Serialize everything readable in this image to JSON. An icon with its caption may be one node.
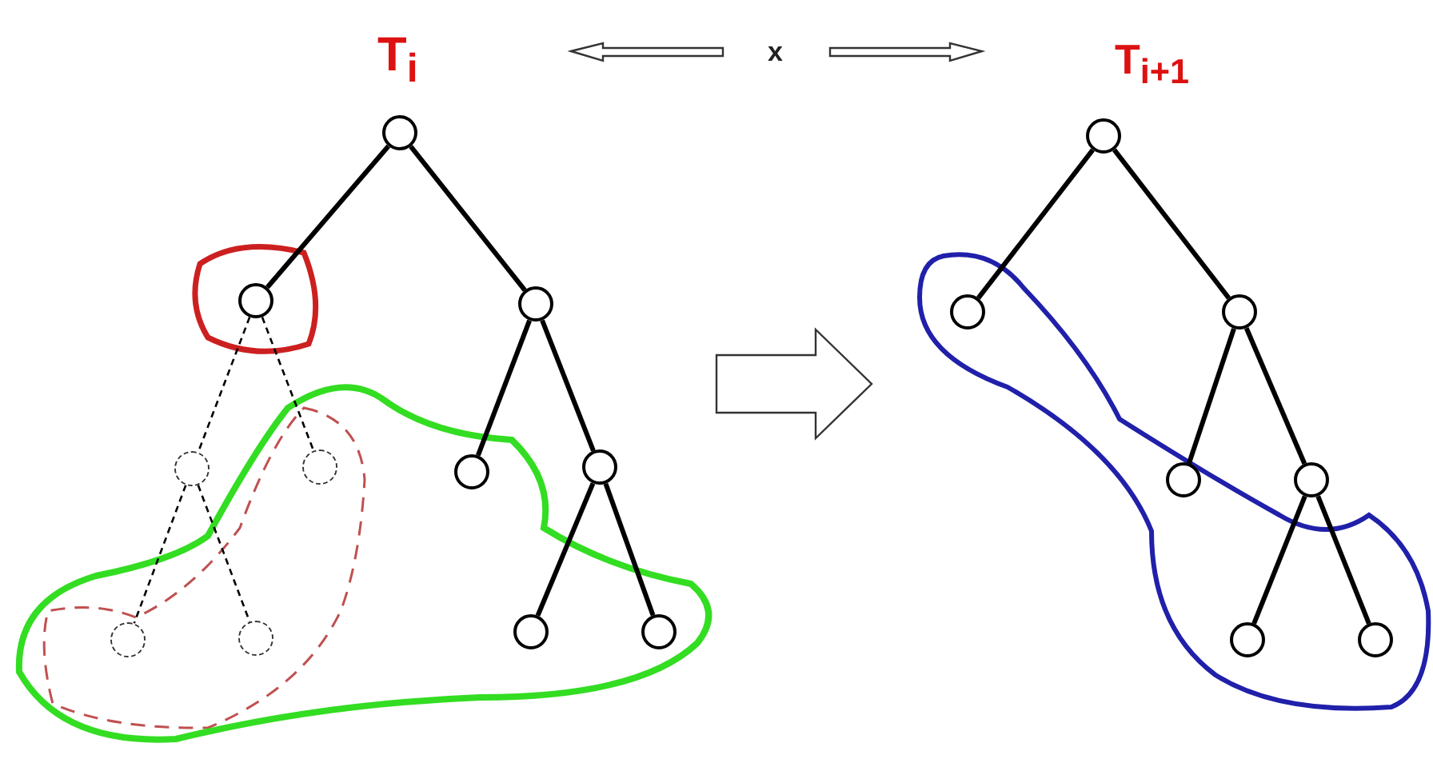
{
  "diagram": {
    "nodes": [
      {
        "text": [],
        "shape": "circle"
      },
      {
        "text": [],
        "shape": "circle"
      },
      {
        "text": [],
        "shape": "circle"
      },
      {
        "text": [],
        "shape": "circle"
      },
      {
        "text": [],
        "shape": "circle"
      },
      {
        "text": [],
        "shape": "circle"
      },
      {
        "text": [],
        "shape": "circle"
      },
      {
        "text": [],
        "shape": "circle"
      },
      {
        "text": [],
        "shape": "circle"
      },
      {
        "text": [],
        "shape": "circle"
      },
      {
        "text": [],
        "shape": "circle"
      },
      {
        "text": [],
        "shape": "circle"
      },
      {
        "text": [],
        "shape": "circle"
      },
      {
        "text": [],
        "shape": "circle"
      },
      {
        "text": [],
        "shape": "circle"
      },
      {
        "text": [],
        "shape": "circle"
      },
      {
        "text": [],
        "shape": "circle"
      },
      {
        "text": [],
        "shape": "circle"
      }
    ],
    "edges": [
      {
        "from": 0,
        "to": 1,
        "arrow": "none"
      },
      {
        "from": 0,
        "to": 2,
        "arrow": "none"
      },
      {
        "from": 1,
        "to": 3,
        "arrow": "none",
        "style": "dashed"
      },
      {
        "from": 1,
        "to": 4,
        "arrow": "none",
        "style": "dashed"
      },
      {
        "from": 2,
        "to": 5,
        "arrow": "none"
      },
      {
        "from": 2,
        "to": 6,
        "arrow": "none"
      },
      {
        "from": 3,
        "to": 7,
        "arrow": "none",
        "style": "dashed"
      },
      {
        "from": 3,
        "to": 8,
        "arrow": "none",
        "style": "dashed"
      },
      {
        "from": 6,
        "to": 9,
        "arrow": "none"
      },
      {
        "from": 6,
        "to": 10,
        "arrow": "none"
      },
      {
        "from": 11,
        "to": 12,
        "arrow": "none"
      },
      {
        "from": 11,
        "to": 13,
        "arrow": "none"
      },
      {
        "from": 13,
        "to": 14,
        "arrow": "none"
      },
      {
        "from": 13,
        "to": 15,
        "arrow": "none"
      },
      {
        "from": 15,
        "to": 16,
        "arrow": "none"
      },
      {
        "from": 15,
        "to": 17,
        "arrow": "none"
      }
    ],
    "labels": [
      "T$_{i}$",
      "x",
      "T$_{i+1}$"
    ]
  }
}
